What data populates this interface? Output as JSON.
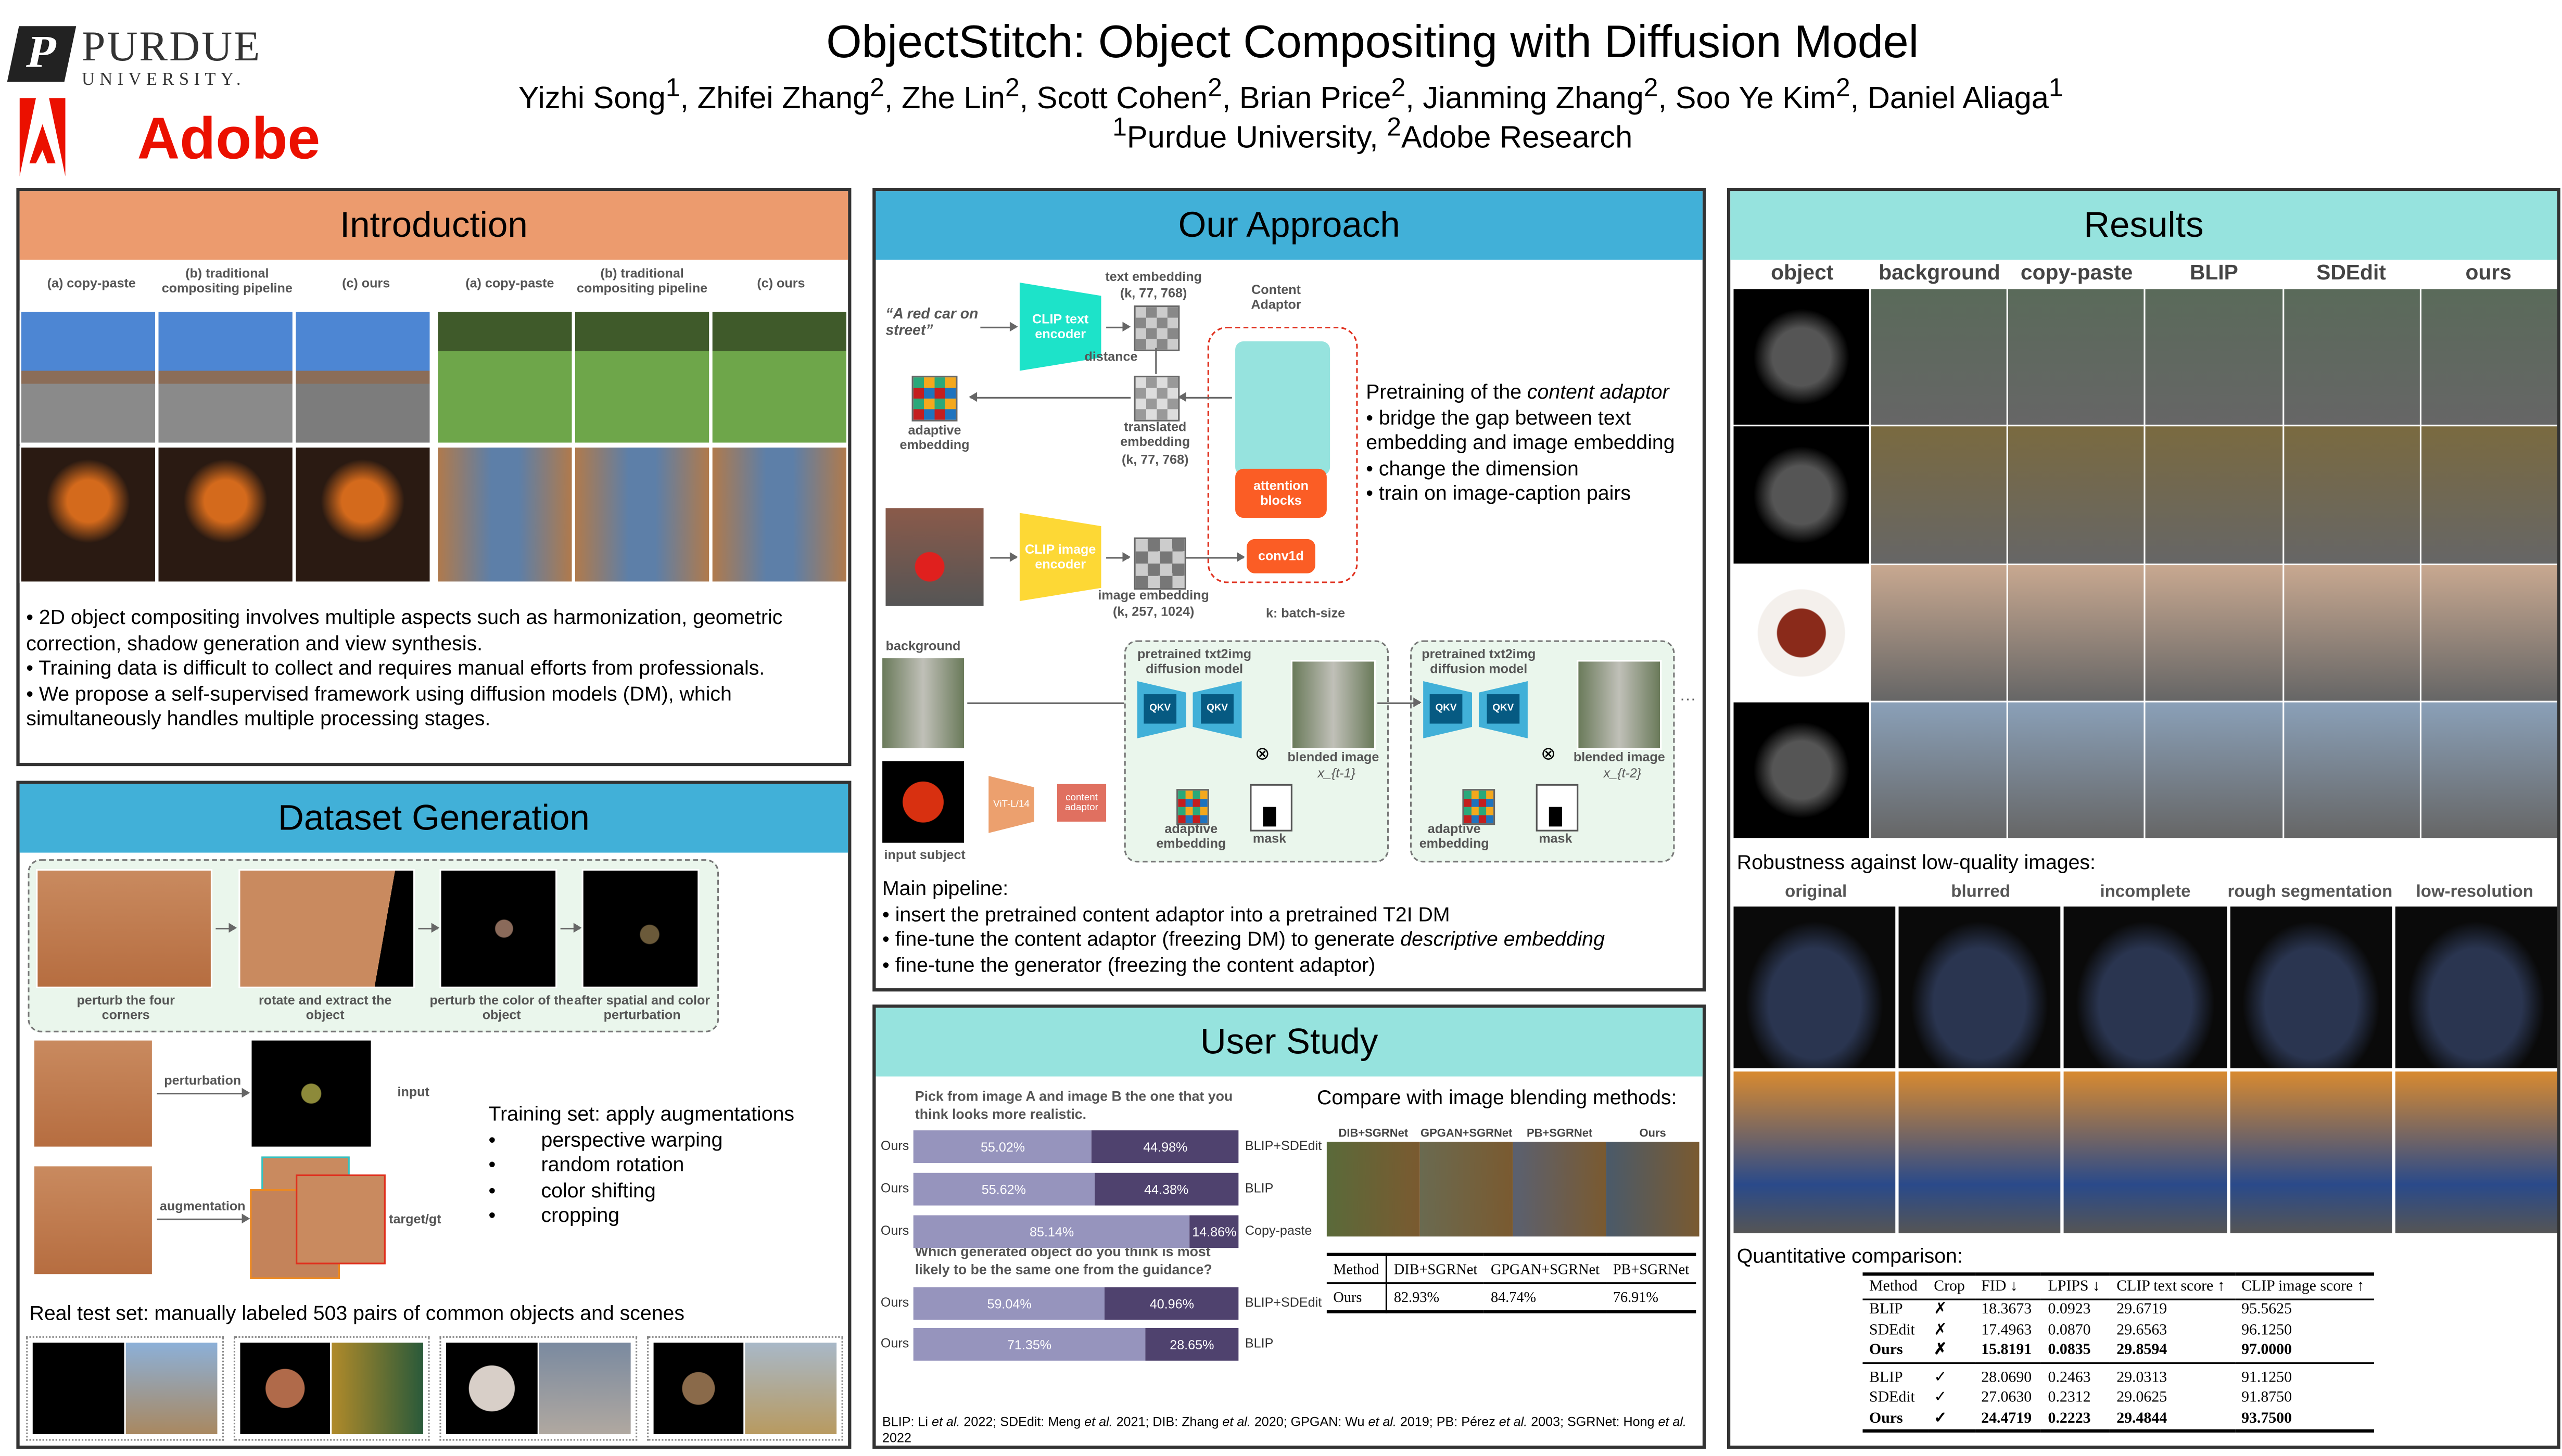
{
  "header": {
    "title": "ObjectStitch: Object Compositing with Diffusion Model",
    "authors": [
      {
        "name": "Yizhi Song",
        "aff": "1"
      },
      {
        "name": "Zhifei Zhang",
        "aff": "2"
      },
      {
        "name": "Zhe Lin",
        "aff": "2"
      },
      {
        "name": "Scott Cohen",
        "aff": "2"
      },
      {
        "name": "Brian Price",
        "aff": "2"
      },
      {
        "name": "Jianming Zhang",
        "aff": "2"
      },
      {
        "name": "Soo Ye Kim",
        "aff": "2"
      },
      {
        "name": "Daniel Aliaga",
        "aff": "1"
      }
    ],
    "affiliations": [
      {
        "num": "1",
        "name": "Purdue University, "
      },
      {
        "num": "2",
        "name": "Adobe Research"
      }
    ],
    "logos": {
      "purdue_line1": "PURDUE",
      "purdue_line2": "UNIVERSITY.",
      "adobe": "Adobe"
    }
  },
  "colors": {
    "intro_header": "#ec9b6e",
    "blue_header": "#41b0d8",
    "teal_header": "#96e3de",
    "adobe_red": "#eb1000",
    "bar_ours": "#9694bd",
    "bar_other": "#4f426e"
  },
  "intro": {
    "title": "Introduction",
    "column_labels": [
      "(a) copy-paste",
      "(b) traditional compositing pipeline",
      "(c) ours",
      "(a) copy-paste",
      "(b) traditional compositing pipeline",
      "(c) ours"
    ],
    "bullets": [
      "• 2D object compositing involves multiple aspects such as harmonization, geometric correction, shadow generation and view synthesis.",
      "•  Training data is difficult to collect and requires manual efforts from professionals.",
      "•  We propose a self-supervised framework using diffusion models (DM), which simultaneously handles multiple processing stages."
    ]
  },
  "dataset": {
    "title": "Dataset Generation",
    "steps": [
      "perturb the four corners",
      "rotate and extract the object",
      "perturb the color of the object",
      "after spatial and color perturbation"
    ],
    "perturbation_label": "perturbation",
    "input_label": "input",
    "augmentation_label": "augmentation",
    "target_label": "target/gt",
    "training_title": "Training set: apply augmentations",
    "training_items": [
      "perspective warping",
      "random rotation",
      "color shifting",
      "cropping"
    ],
    "test_set": "Real test set: manually labeled 503 pairs of common objects and scenes"
  },
  "approach": {
    "title": "Our Approach",
    "prompt": "“A red car on street”",
    "clip_text": "CLIP text encoder",
    "clip_image": "CLIP image encoder",
    "text_emb": "text embedding",
    "text_emb_shape": "(k, 77, 768)",
    "distance": "distance",
    "translated": "translated embedding",
    "translated_shape": "(k, 77, 768)",
    "adaptive": "adaptive embedding",
    "image_emb": "image embedding",
    "image_emb_shape": "(k, 257, 1024)",
    "content_adaptor": "Content Adaptor",
    "attention": "attention blocks",
    "conv": "conv1d",
    "batch": "k: batch-size",
    "pretrain_title_pre": "Pretraining of the ",
    "pretrain_title_em": "content adaptor",
    "pretrain_bullets": [
      "• bridge the gap between text embedding and image embedding",
      "• change the dimension",
      "• train on image-caption pairs"
    ],
    "pipeline": {
      "background": "background",
      "input_subject": "input subject",
      "vit": "ViT-L/14",
      "content_adaptor": "content adaptor",
      "dm": "pretrained txt2img diffusion model",
      "qkv": "QKV",
      "blended": "blended image",
      "x1": "x_{t-1}",
      "x2": "x_{t-2}",
      "adaptive": "adaptive embedding",
      "mask": "mask",
      "ellipsis": "···"
    },
    "main_title": "Main pipeline:",
    "main_bullets": [
      {
        "text": "• insert the pretrained content adaptor into a pretrained T2I DM",
        "em": ""
      },
      {
        "text": "• fine-tune the content adaptor (freezing DM) to generate ",
        "em": "descriptive embedding"
      },
      {
        "text": "• fine-tune the generator (freezing the content adaptor)",
        "em": ""
      }
    ]
  },
  "user_study": {
    "title": "User Study",
    "q1": "Pick from image A and image B the one that you think looks more realistic.",
    "q2": "Which generated object do you think is most likely to be the same one from the guidance?",
    "compare_title": "Compare with image blending methods:",
    "strip_labels": [
      "DIB+SGRNet",
      "GPGAN+SGRNet",
      "PB+SGRNet",
      "Ours"
    ],
    "blend_table": {
      "headers": [
        "Method",
        "DIB+SGRNet",
        "GPGAN+SGRNet",
        "PB+SGRNet"
      ],
      "row": [
        "Ours",
        "82.93%",
        "84.74%",
        "76.91%"
      ]
    },
    "footnote": "BLIP: Li et al. 2022; SDEdit: Meng et al. 2021; DIB: Zhang et al. 2020; GPGAN: Wu et al. 2019; PB: Pérez et al. 2003; SGRNet: Hong et al. 2022"
  },
  "chart_data": {
    "type": "bar",
    "stacked": true,
    "orientation": "horizontal",
    "groups": [
      {
        "question": "realism",
        "rows": [
          {
            "left": "Ours",
            "right": "BLIP+SDEdit",
            "ours": 55.02,
            "other": 44.98,
            "ours_label": "55.02%",
            "other_label": "44.98%"
          },
          {
            "left": "Ours",
            "right": "BLIP",
            "ours": 55.62,
            "other": 44.38,
            "ours_label": "55.62%",
            "other_label": "44.38%"
          },
          {
            "left": "Ours",
            "right": "Copy-paste",
            "ours": 85.14,
            "other": 14.86,
            "ours_label": "85.14%",
            "other_label": "14.86%"
          }
        ]
      },
      {
        "question": "identity",
        "rows": [
          {
            "left": "Ours",
            "right": "BLIP+SDEdit",
            "ours": 59.04,
            "other": 40.96,
            "ours_label": "59.04%",
            "other_label": "40.96%"
          },
          {
            "left": "Ours",
            "right": "BLIP",
            "ours": 71.35,
            "other": 28.65,
            "ours_label": "71.35%",
            "other_label": "28.65%"
          }
        ]
      }
    ]
  },
  "results": {
    "title": "Results",
    "columns": [
      "object",
      "background",
      "copy-paste",
      "BLIP",
      "SDEdit",
      "ours"
    ],
    "robust_title": "Robustness against low-quality images:",
    "robust_columns": [
      "original",
      "blurred",
      "incomplete",
      "rough segmentation",
      "low-resolution"
    ],
    "quant_title": "Quantitative comparison:",
    "table": {
      "headers": [
        "Method",
        "Crop",
        "FID ↓",
        "LPIPS ↓",
        "CLIP text score ↑",
        "CLIP image score ↑"
      ],
      "rows": [
        [
          "BLIP",
          "✗",
          "18.3673",
          "0.0923",
          "29.6719",
          "95.5625"
        ],
        [
          "SDEdit",
          "✗",
          "17.4963",
          "0.0870",
          "29.6563",
          "96.1250"
        ],
        [
          "Ours",
          "✗",
          "15.8191",
          "0.0835",
          "29.8594",
          "97.0000"
        ],
        [
          "BLIP",
          "✓",
          "28.0690",
          "0.2463",
          "29.0313",
          "91.1250"
        ],
        [
          "SDEdit",
          "✓",
          "27.0630",
          "0.2312",
          "29.0625",
          "91.8750"
        ],
        [
          "Ours",
          "✓",
          "24.4719",
          "0.2223",
          "29.4844",
          "93.7500"
        ]
      ]
    }
  }
}
